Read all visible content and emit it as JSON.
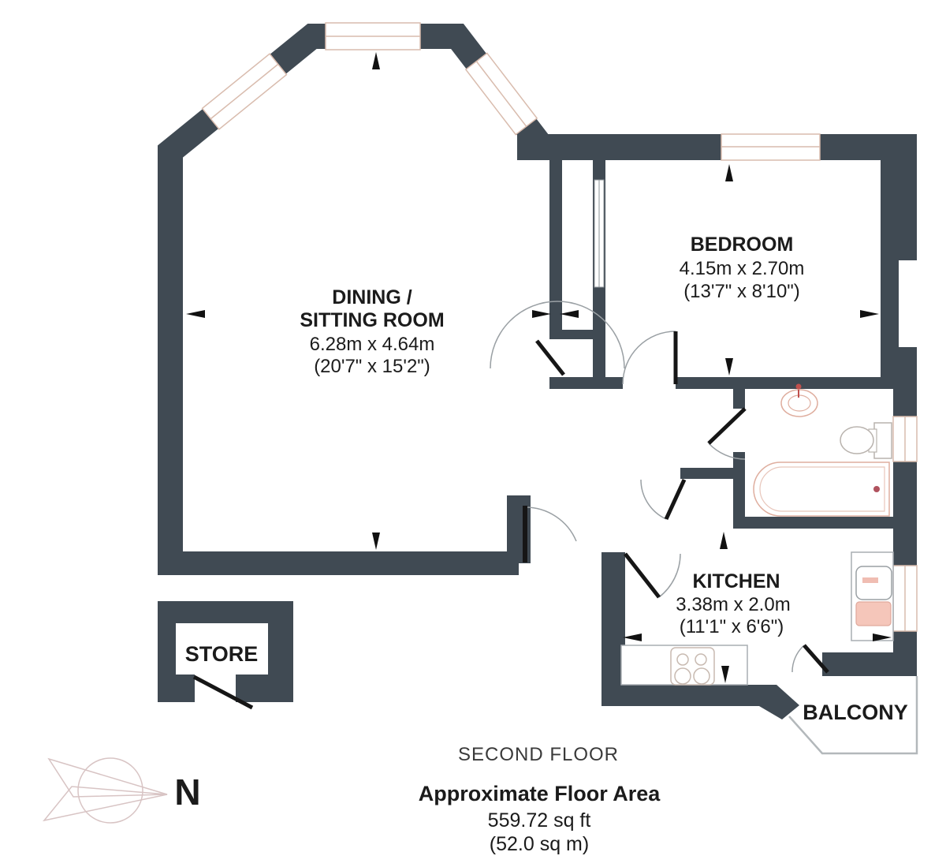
{
  "plan": {
    "compass": {
      "label": "N"
    },
    "rooms": {
      "dining": {
        "name_line1": "DINING /",
        "name_line2": "SITTING ROOM",
        "metric": "6.28m x 4.64m",
        "imperial": "(20'7\" x 15'2\")"
      },
      "bedroom": {
        "name": "BEDROOM",
        "metric": "4.15m x 2.70m",
        "imperial": "(13'7\" x 8'10\")"
      },
      "kitchen": {
        "name": "KITCHEN",
        "metric": "3.38m x 2.0m",
        "imperial": "(11'1\" x 6'6\")"
      },
      "store": {
        "name": "STORE"
      },
      "balcony": {
        "name": "BALCONY"
      }
    },
    "footer": {
      "floor": "SECOND FLOOR",
      "area_title": "Approximate Floor Area",
      "area_imperial": "559.72 sq ft",
      "area_metric": "(52.0 sq m)"
    },
    "colors": {
      "wall": "#404a53",
      "window_line": "#d9bcae",
      "fixture_pink": "#dfae9f",
      "accent_red": "#c0504d",
      "door_arc": "#9aa0a4",
      "door_leaf": "#161616",
      "balcony_outline": "#b3b8bb",
      "compass_outline": "#d8c4c4"
    }
  }
}
